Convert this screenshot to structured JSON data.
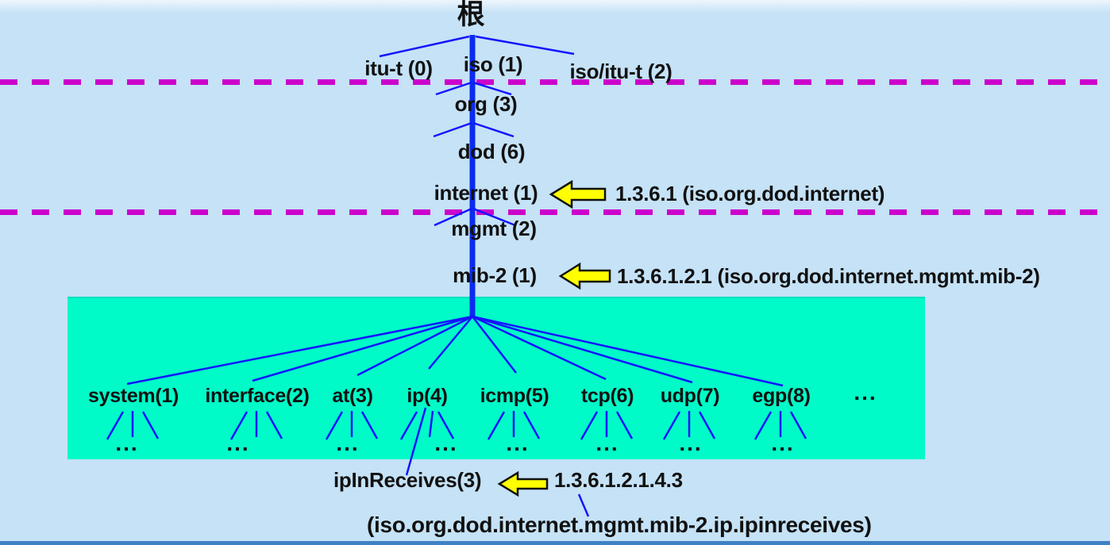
{
  "root": {
    "label": "根"
  },
  "level1": {
    "itu_t": "itu-t (0)",
    "iso": "iso (1)",
    "iso_itu_t": "iso/itu-t (2)"
  },
  "chain": {
    "org": "org (3)",
    "dod": "dod (6)",
    "internet": "internet (1)",
    "mgmt": "mgmt (2)",
    "mib2": "mib-2 (1)"
  },
  "callouts": {
    "internet_oid": "1.3.6.1 (iso.org.dod.internet)",
    "mib2_oid": "1.3.6.1.2.1 (iso.org.dod.internet.mgmt.mib-2)",
    "leaf_oid": "1.3.6.1.2.1.4.3"
  },
  "mib_children": [
    {
      "label": "system(1)"
    },
    {
      "label": "interface(2)"
    },
    {
      "label": "at(3)"
    },
    {
      "label": "ip(4)"
    },
    {
      "label": "icmp(5)"
    },
    {
      "label": "tcp(6)"
    },
    {
      "label": "udp(7)"
    },
    {
      "label": "egp(8)"
    }
  ],
  "more_indicator": "...",
  "leaf": {
    "label": "ipInReceives(3)",
    "full_path": "(iso.org.dod.internet.mgmt.mib-2.ip.ipinreceives)"
  },
  "colors": {
    "background": "#C5E2F6",
    "divider_magenta": "#CC00CC",
    "mib_box_green": "#00FBC8",
    "line_blue": "#1414FF",
    "trunk_blue": "#0A2CF0",
    "arrow_yellow": "#FFFF00",
    "bottom_bar_blue": "#3E82C4",
    "text": "#111111"
  }
}
